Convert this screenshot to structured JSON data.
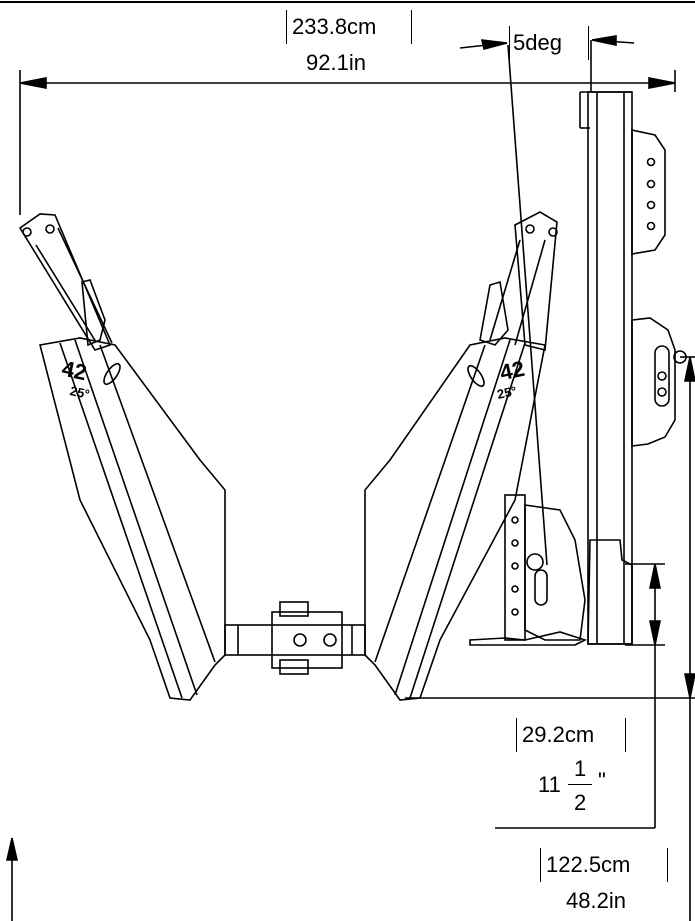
{
  "dimensions": {
    "overall_width_cm": "233.8cm",
    "overall_width_in": "92.1in",
    "angle": "5deg",
    "offset_cm": "29.2cm",
    "offset_in_whole": "11",
    "offset_in_num": "1",
    "offset_in_den": "2",
    "offset_in_unit": "\"",
    "height_cm": "122.5cm",
    "height_in": "48.2in"
  },
  "wing_labels": {
    "left_number": "42",
    "left_angle": "25°",
    "right_number": "42",
    "right_angle": "25°"
  }
}
